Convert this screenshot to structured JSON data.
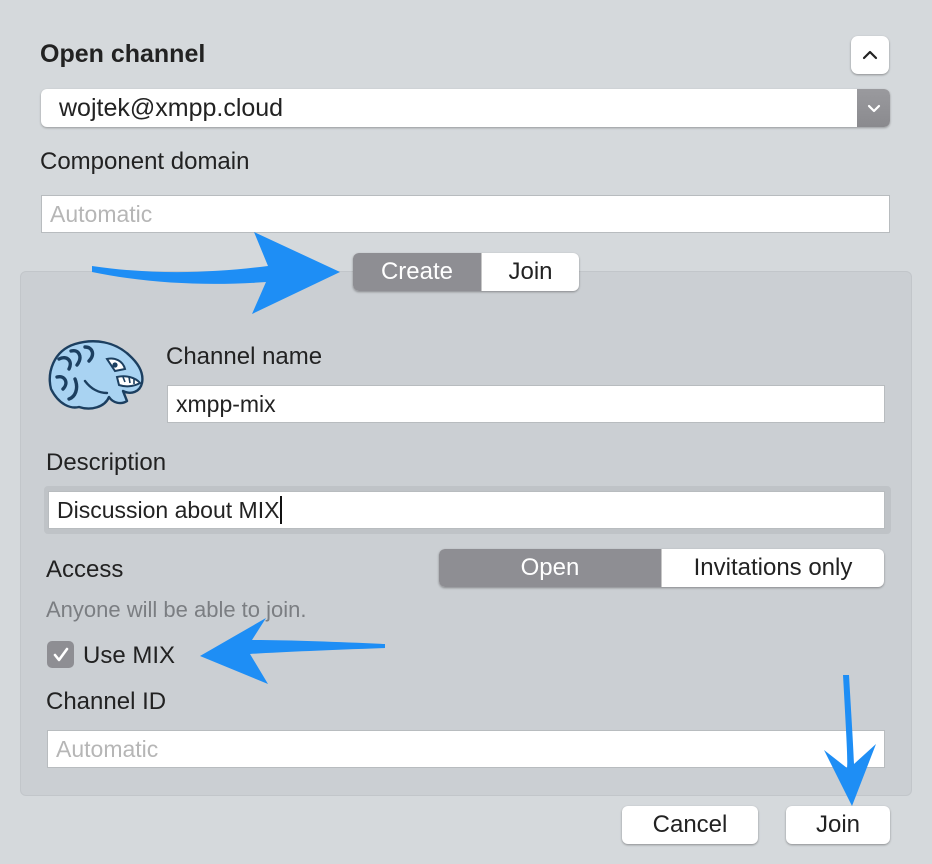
{
  "dialog": {
    "title": "Open channel",
    "collapse_icon": "chevron-up-icon",
    "account": {
      "selected": "wojtek@xmpp.cloud",
      "icon": "chevron-down-icon"
    },
    "component_domain": {
      "label": "Component domain",
      "placeholder": "Automatic",
      "value": ""
    }
  },
  "mode_segment": {
    "options": [
      "Create",
      "Join"
    ],
    "selected": "Create"
  },
  "create_panel": {
    "avatar_icon": "tiger-avatar-icon",
    "channel_name": {
      "label": "Channel name",
      "value": "xmpp-mix"
    },
    "description": {
      "label": "Description",
      "value": "Discussion about MIX"
    },
    "access": {
      "label": "Access",
      "options": [
        "Open",
        "Invitations only"
      ],
      "selected": "Open",
      "hint": "Anyone will be able to join."
    },
    "use_mix": {
      "label": "Use MIX",
      "checked": true,
      "icon": "checkmark-icon"
    },
    "channel_id": {
      "label": "Channel ID",
      "placeholder": "Automatic",
      "value": ""
    }
  },
  "footer": {
    "cancel_label": "Cancel",
    "join_label": "Join"
  },
  "annotations": {
    "arrow_icon": "annotation-arrow-icon",
    "color": "#1e8ef5"
  },
  "colors": {
    "window_bg": "#d5d9dc",
    "panel_bg": "#cbcfd3",
    "segment_selected": "#8e8e93"
  }
}
